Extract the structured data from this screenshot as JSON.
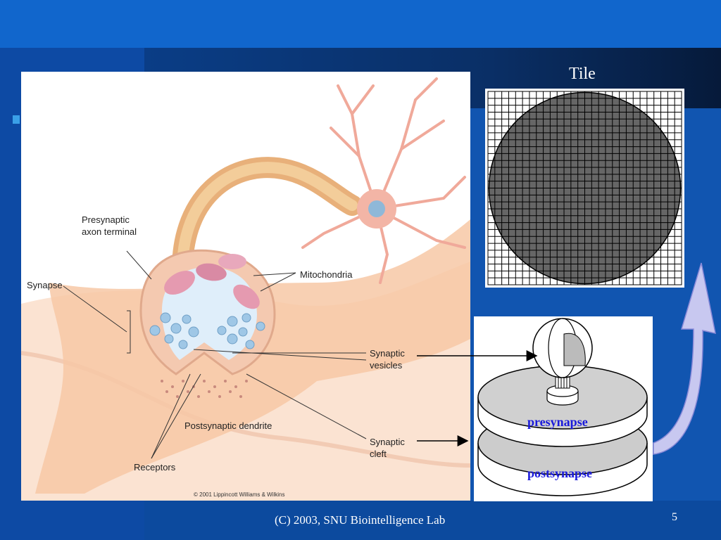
{
  "slide": {
    "page_number": "5",
    "footer": "(C) 2003, SNU Biointelligence Lab"
  },
  "illustration": {
    "labels": {
      "presynaptic": "Presynaptic\naxon terminal",
      "synapse": "Synapse",
      "mitochondria": "Mitochondria",
      "vesicles": "Synaptic\nvesicles",
      "postsynaptic_dendrite": "Postsynaptic dendrite",
      "cleft": "Synaptic\ncleft",
      "receptors": "Receptors"
    },
    "copyright": "© 2001 Lippincott Williams & Wilkins"
  },
  "tile": {
    "title": "Tile"
  },
  "model": {
    "presynapse": "presynapse",
    "postsynapse": "postsynapse"
  },
  "colors": {
    "background": "#1155b0",
    "label_blue": "#1a1adc",
    "arrow_fill": "#c8c8f0"
  }
}
